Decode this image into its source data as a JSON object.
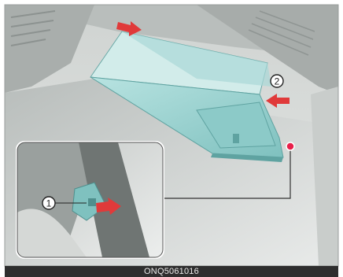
{
  "figure": {
    "callout_1": "1",
    "callout_2": "2",
    "code": "ONQ5061016"
  },
  "colors": {
    "glovebox": "#9fd2d0",
    "glovebox_dark": "#5fa3a1",
    "arrow": "#e03a3a",
    "marker": "#e8204a",
    "background": "#d9dcda"
  },
  "icons": [
    "arrow-right-icon",
    "arrow-left-icon",
    "marker-dot-icon"
  ]
}
